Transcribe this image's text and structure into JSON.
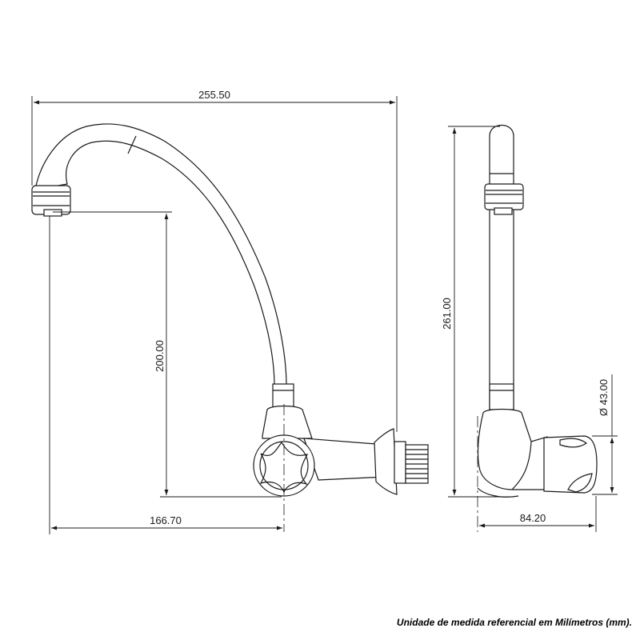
{
  "dimensions": {
    "overall_width": "255.50",
    "spout_height": "200.00",
    "spout_reach": "166.70",
    "overall_height": "261.00",
    "diameter": "Ø 43.00",
    "depth": "84.20"
  },
  "footnote": "Unidade de medida referencial em Milímetros (mm)."
}
